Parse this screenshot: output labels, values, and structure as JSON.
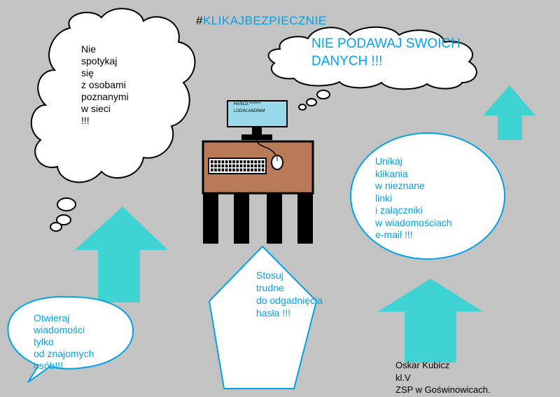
{
  "title": {
    "hash": "#",
    "word": "KLIKAJBEZPIECZNIE"
  },
  "screen": {
    "line1": "HASŁO:*******",
    "line2": "LOGIN:ANONIM"
  },
  "cloud_left_text": "Nie\nspotykaj\nsię\nz osobami\npoznanymi\nw sieci\n!!!",
  "cloud_right_text": "NIE PODAWAJ SWOICH\nDANYCH !!!",
  "oval_right_text": "Unikaj\nklikania\nw nieznane\nlinki\ni załączniki\nw wiadomościach\ne-mail !!!",
  "pentagon_text": "Stosuj\ntrudne\ndo odgadnięcia\nhasła !!!",
  "bubble_left_text": "Otwieraj\nwiadomości\ntylko\nod znajomych\nosób!!!",
  "author": "Oskar Kubicz\nkl.V\nZSP w Goświnowicach.",
  "colors": {
    "background": "#c3c3c3",
    "arrow": "#3fd3d3",
    "accent_text": "#00a2e8",
    "desk": "#b97a57",
    "monitor": "#99d9ea"
  }
}
